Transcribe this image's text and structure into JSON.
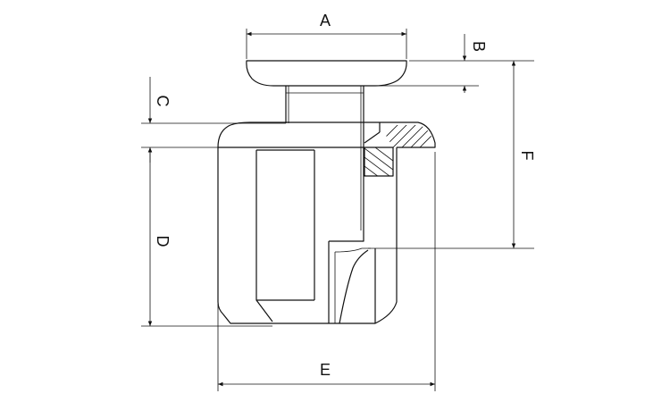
{
  "diagram": {
    "dimensions": {
      "A": "A",
      "B": "B",
      "C": "C",
      "D": "D",
      "E": "E",
      "F": "F"
    }
  }
}
